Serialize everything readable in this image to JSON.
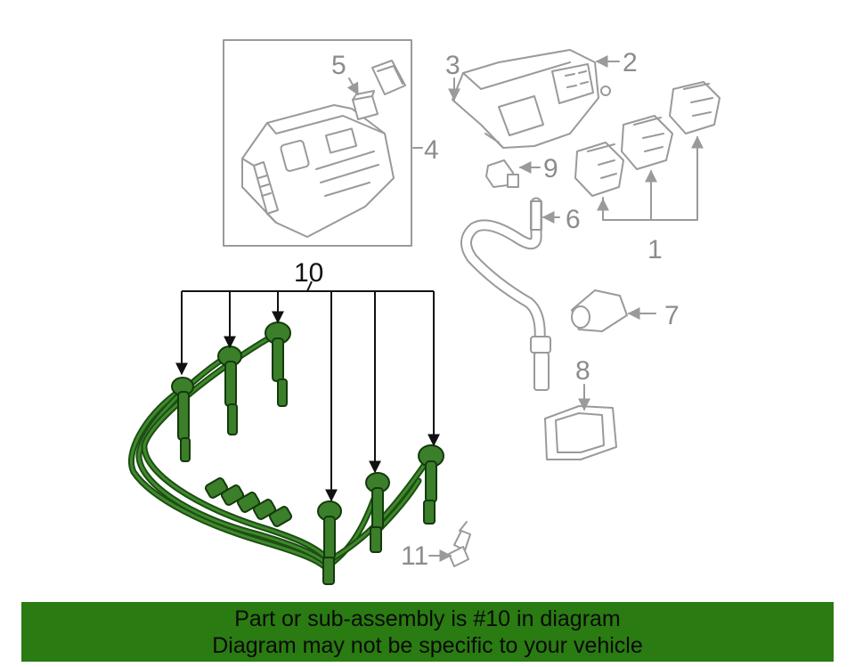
{
  "labels": {
    "callout_1": "1",
    "callout_2": "2",
    "callout_3": "3",
    "callout_4": "4",
    "callout_5": "5",
    "callout_6": "6",
    "callout_7": "7",
    "callout_8": "8",
    "callout_9": "9",
    "callout_10": "10",
    "callout_11": "11"
  },
  "banner": {
    "line1": "Part or sub-assembly is #10 in diagram",
    "line2": "Diagram may not be specific to your vehicle"
  },
  "colors": {
    "banner_bg": "#2a7b12",
    "highlight_part": "#3b7f2a",
    "line_art": "#9a9a9a"
  }
}
